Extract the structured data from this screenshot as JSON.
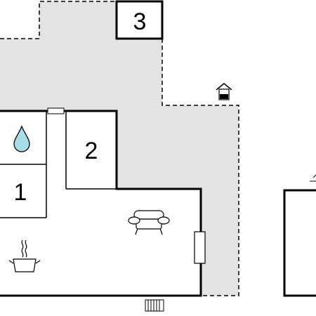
{
  "rooms": [
    {
      "id": "1",
      "label": "1"
    },
    {
      "id": "2",
      "label": "2"
    },
    {
      "id": "3",
      "label": "3"
    }
  ],
  "icons": {
    "water_drop": "water-drop-icon",
    "armchair": "armchair-icon",
    "cooking_pot": "cooking-pot-icon",
    "house": "house-icon",
    "radiator": "radiator-icon",
    "window": "window-icon",
    "door": "door-icon"
  },
  "colors": {
    "outdoor_area": "#e3e3e3",
    "wall": "#000000",
    "background": "#ffffff",
    "water": "#a8dde8"
  }
}
